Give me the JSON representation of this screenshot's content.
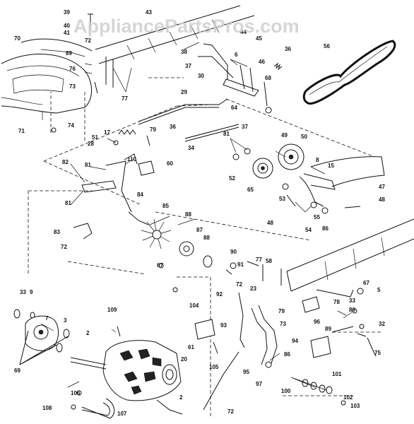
{
  "watermark": "AppliancePartsPros.com",
  "callouts": [
    "39",
    "43",
    "40",
    "41",
    "44",
    "45",
    "70",
    "72",
    "89",
    "76",
    "36",
    "56",
    "38",
    "6",
    "46",
    "37",
    "30",
    "68",
    "73",
    "77",
    "29",
    "64",
    "71",
    "74",
    "37",
    "33",
    "36",
    "17",
    "79",
    "51",
    "34",
    "28",
    "81",
    "49",
    "50",
    "110",
    "60",
    "82",
    "81",
    "15",
    "47",
    "8",
    "65",
    "52",
    "53",
    "48",
    "81",
    "84",
    "55",
    "85",
    "88",
    "48",
    "86",
    "54",
    "83",
    "87",
    "72",
    "88",
    "67",
    "90",
    "91",
    "67",
    "77",
    "58",
    "5",
    "72",
    "92",
    "78",
    "23",
    "104",
    "33",
    "79",
    "86",
    "9",
    "109",
    "7",
    "73",
    "32",
    "96",
    "89",
    "3",
    "93",
    "94",
    "75",
    "2",
    "86",
    "61",
    "101",
    "69",
    "105",
    "95",
    "97",
    "20",
    "106",
    "100",
    "102",
    "2",
    "108",
    "107",
    "72",
    "103"
  ]
}
